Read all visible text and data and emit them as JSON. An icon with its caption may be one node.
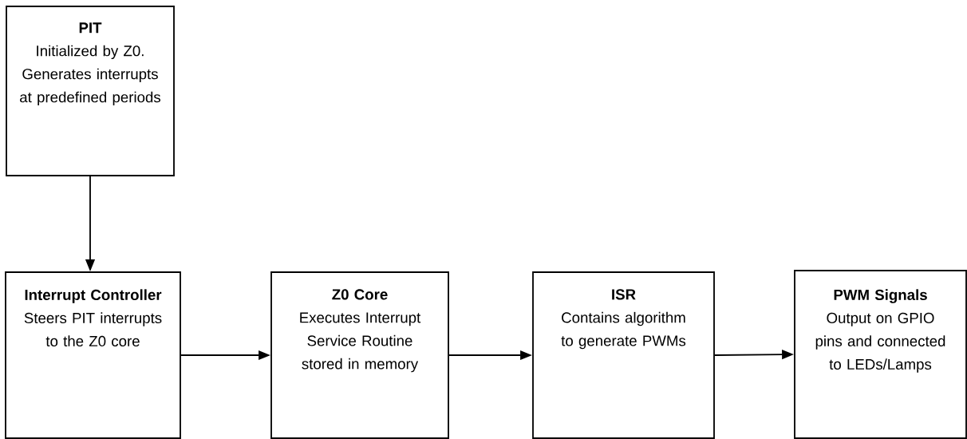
{
  "diagram": {
    "nodes": [
      {
        "text": [
          "PIT",
          "Initialized by Z0. Generates interrupts at predefined periods"
        ]
      },
      {
        "text": [
          "Interrupt Controller",
          "Steers PIT interrupts to the Z0 core"
        ]
      },
      {
        "text": [
          "Z0 Core",
          "Executes Interrupt Service Routine stored in memory"
        ]
      },
      {
        "text": [
          "ISR",
          "Contains algorithm to generate PWMs"
        ]
      },
      {
        "text": [
          "PWM Signals",
          "Output on GPIO pins and connected to LEDs/Lamps"
        ]
      }
    ],
    "edges": [
      {
        "from": 0,
        "to": 1,
        "arrow": "to"
      },
      {
        "from": 1,
        "to": 2,
        "arrow": "to"
      },
      {
        "from": 2,
        "to": 3,
        "arrow": "to"
      },
      {
        "from": 3,
        "to": 4,
        "arrow": "to"
      }
    ]
  }
}
